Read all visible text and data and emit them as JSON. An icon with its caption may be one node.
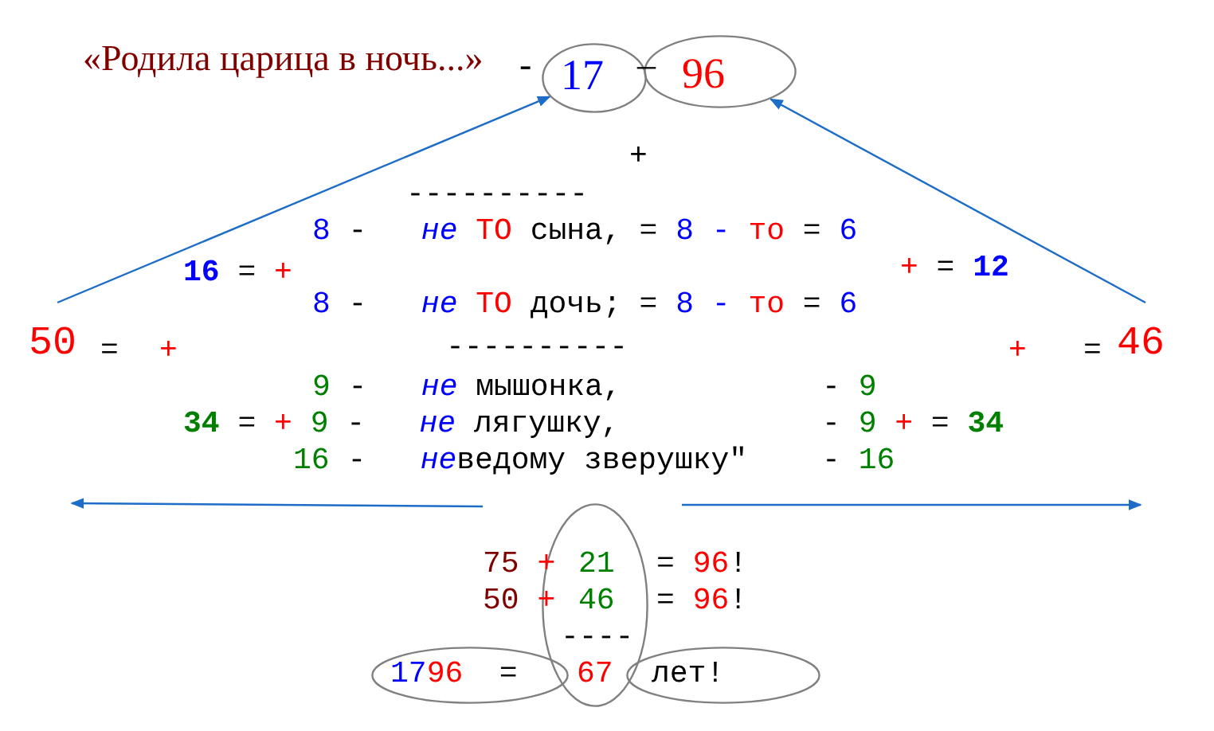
{
  "diagram": {
    "nodes": [
      {
        "text": [
          "17"
        ]
      },
      {
        "text": [
          "96"
        ]
      },
      {
        "text": [
          "50"
        ]
      },
      {
        "text": [
          "46"
        ]
      },
      {
        "text": [
          "21",
          "46",
          "----",
          "67"
        ]
      },
      {
        "text": [
          "1796  ="
        ]
      },
      {
        "text": [
          "лет!"
        ]
      }
    ],
    "edges": [
      {
        "from": 2,
        "to": 0,
        "arrow": "to"
      },
      {
        "from": 3,
        "to": 1,
        "arrow": "to"
      }
    ],
    "labels": [
      "«Родила царица в ночь...»",
      "-",
      "–",
      "+",
      "----------",
      "8 -   не ТО сына, = 8 - то = 6",
      "16 = +",
      "+ = 12",
      "8 -   не ТО дочь; = 8 - то = 6",
      "=",
      "+",
      "----------",
      "+",
      "=",
      "9 -   не мышонка,",
      "- 9",
      "34 = + 9 -   не лягушку,",
      "- 9 + = 34",
      "16 -   неведому зверушку\"",
      "- 16",
      "75 +",
      "= 96!",
      "50 +",
      "= 96!"
    ]
  }
}
